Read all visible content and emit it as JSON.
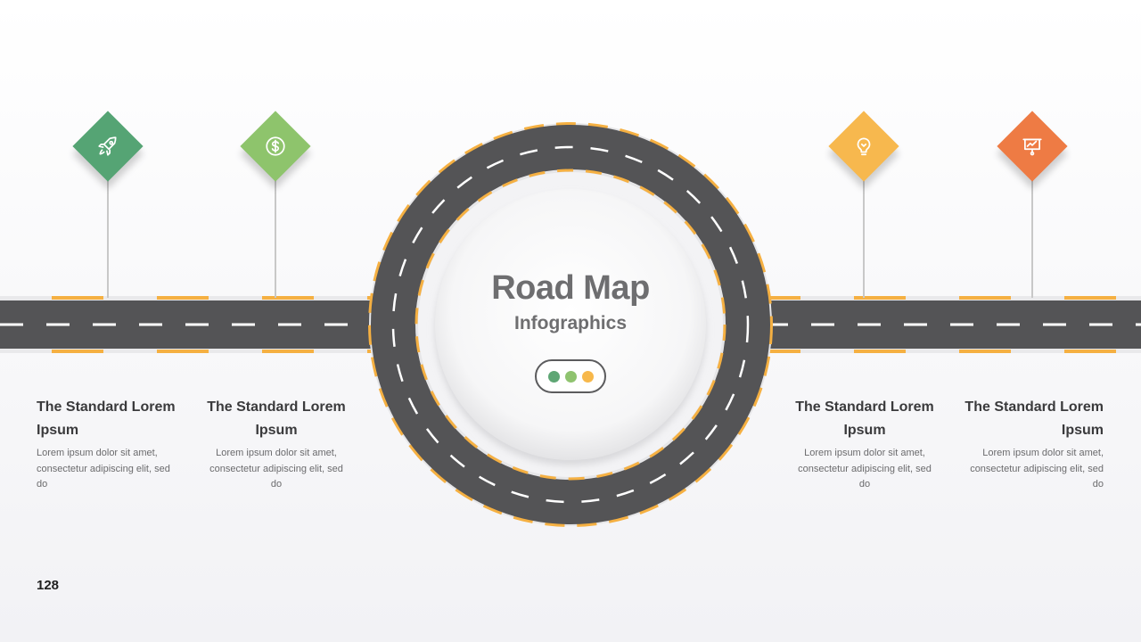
{
  "title": {
    "main": "Road Map",
    "sub": "Infographics"
  },
  "traffic_light": {
    "colors": [
      "#5ea674",
      "#8fc36f",
      "#f7b84b"
    ]
  },
  "items": [
    {
      "title": "The Standard Lorem Ipsum",
      "description": "Lorem ipsum dolor sit amet, consectetur adipiscing elit, sed do",
      "icon": "rocket-icon",
      "color": "#55a474"
    },
    {
      "title": "The Standard Lorem Ipsum",
      "description": "Lorem ipsum dolor sit amet, consectetur adipiscing elit, sed do",
      "icon": "dollar-icon",
      "color": "#8ec46c"
    },
    {
      "title": "The Standard Lorem Ipsum",
      "description": "Lorem ipsum dolor sit amet, consectetur adipiscing elit, sed do",
      "icon": "lightbulb-icon",
      "color": "#f7b84e"
    },
    {
      "title": "The Standard Lorem Ipsum",
      "description": "Lorem ipsum dolor sit amet, consectetur adipiscing elit, sed do",
      "icon": "presentation-icon",
      "color": "#ee7b44"
    }
  ],
  "page_number": "128",
  "colors": {
    "road": "#545456",
    "road_edge": "#f5b042",
    "lane_marking": "#ffffff",
    "post": "#c8c8c8"
  }
}
